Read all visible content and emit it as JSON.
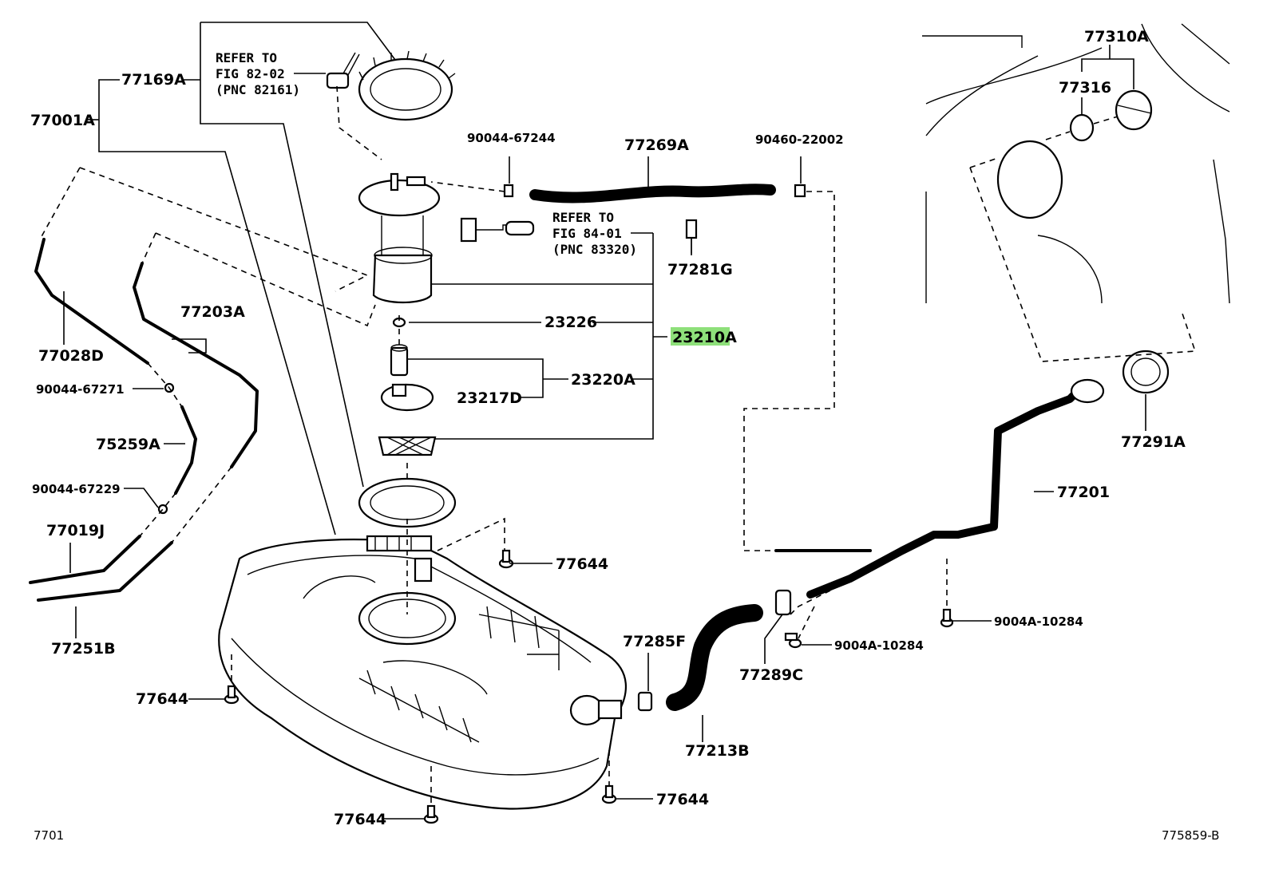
{
  "callouts": {
    "p77001A": "77001A",
    "p77169A": "77169A",
    "p77028D": "77028D",
    "p77203A": "77203A",
    "p90044_67271": "90044-67271",
    "p75259A": "75259A",
    "p90044_67229": "90044-67229",
    "p77019J": "77019J",
    "p77251B": "77251B",
    "p90044_67244": "90044-67244",
    "p77269A": "77269A",
    "p90460_22002": "90460-22002",
    "p77281G": "77281G",
    "p23226": "23226",
    "p23210A": "23210A",
    "p23220A": "23220A",
    "p23217D": "23217D",
    "p77644_a": "77644",
    "p77644_b": "77644",
    "p77644_c": "77644",
    "p77644_d": "77644",
    "p77285F": "77285F",
    "p77213B": "77213B",
    "p77289C": "77289C",
    "p9004A_10284_a": "9004A-10284",
    "p9004A_10284_b": "9004A-10284",
    "p77201": "77201",
    "p77291A": "77291A",
    "p77310A": "77310A",
    "p77316": "77316"
  },
  "refer_a": {
    "line1": "REFER TO",
    "line2": "FIG 82-02",
    "line3": "(PNC 82161)"
  },
  "refer_b": {
    "line1": "REFER TO",
    "line2": "FIG 84-01",
    "line3": "(PNC 83320)"
  },
  "corner": {
    "left": "7701",
    "right": "775859-B"
  },
  "highlight_color": "#8ee07a"
}
